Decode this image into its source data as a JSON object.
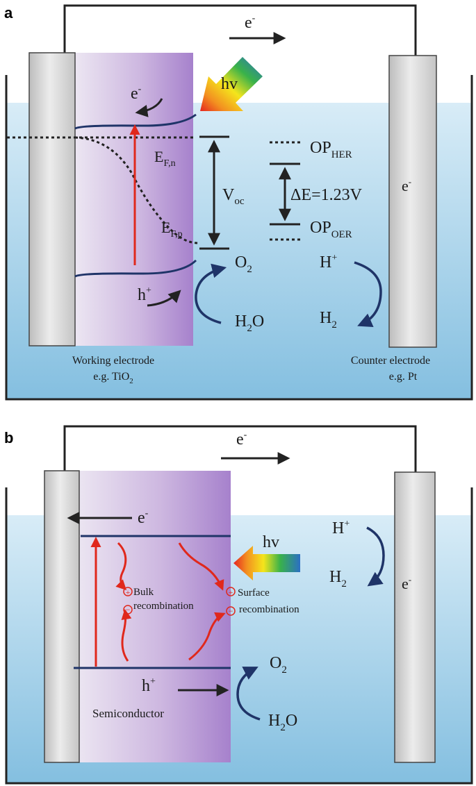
{
  "panel_a": {
    "label": "a",
    "electron_top": "e",
    "electron_sup": "-",
    "hv": "hv",
    "e_wire": "e",
    "e_wire_sup": "-",
    "efn_main": "E",
    "efn_sub": "F,n",
    "efp_main": "E",
    "efp_sub": "F,p",
    "voc_main": "V",
    "voc_sub": "oc",
    "op_her_main": "OP",
    "op_her_sub": "HER",
    "delta_e": "ΔE=1.23V",
    "op_oer_main": "OP",
    "op_oer_sub": "OER",
    "counter_e": "e",
    "counter_e_sup": "-",
    "o2_main": "O",
    "o2_sub": "2",
    "h2o": "H",
    "h2o_sub": "2",
    "h2o_end": "O",
    "hplus": "H",
    "hplus_sup": "+",
    "h2_main": "H",
    "h2_sub": "2",
    "hole": "h",
    "hole_sup": "+",
    "working_line1": "Working electrode",
    "working_line2_a": "e.g. TiO",
    "working_line2_sub": "2",
    "counter_line1": "Counter electrode",
    "counter_line2": "e.g. Pt"
  },
  "panel_b": {
    "label": "b",
    "e_wire": "e",
    "e_wire_sup": "-",
    "e_cb": "e",
    "e_cb_sup": "-",
    "hv": "hv",
    "hplus": "H",
    "hplus_sup": "+",
    "counter_e": "e",
    "counter_e_sup": "-",
    "h2_main": "H",
    "h2_sub": "2",
    "bulk_1": "Bulk",
    "bulk_2": "recombination",
    "surface_1": "Surface",
    "surface_2": "recombination",
    "plus_sign": "+",
    "minus_sign": "−",
    "o2_main": "O",
    "o2_sub": "2",
    "hole": "h",
    "hole_sup": "+",
    "h2o": "H",
    "h2o_sub": "2",
    "h2o_end": "O",
    "semiconductor": "Semiconductor"
  },
  "colors": {
    "electrolyte_top": "#d6ebf6",
    "electrolyte_bottom": "#86c1e2",
    "band_line": "#1f3468",
    "red": "#e0281c",
    "electrode_gray": "#d4d4d4"
  }
}
